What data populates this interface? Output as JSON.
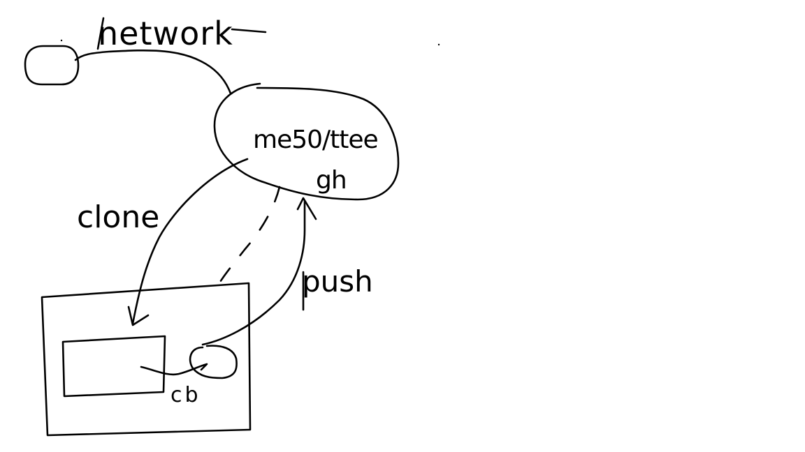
{
  "labels": {
    "network": "network",
    "node_top": "me50/ttee",
    "node_bottom": "gh",
    "clone": "clone",
    "push": "push",
    "cb": "cb"
  },
  "colors": {
    "ink": "#000000",
    "background": "#ffffff"
  }
}
